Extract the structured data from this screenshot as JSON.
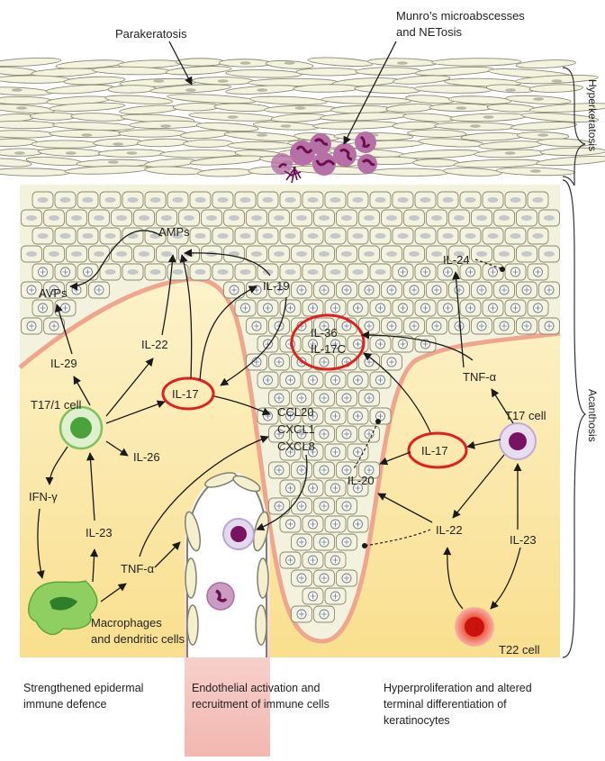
{
  "labels": {
    "parakeratosis": "Parakeratosis",
    "munro_line1": "Munro’s microabscesses",
    "munro_line2": "and NETosis",
    "hyperkeratosis": "Hyperkeratosis",
    "acanthosis": "Acanthosis",
    "amps": "AMPs",
    "avps": "AVPs",
    "il24": "IL-24",
    "il19": "IL-19",
    "il22_left": "IL-22",
    "il29": "IL-29",
    "il36": "IL-36",
    "il17c": "IL-17C",
    "tnfa_right": "TNF-α",
    "t17_1_cell": "T17/1 cell",
    "il17_left": "IL-17",
    "ccl20": "CCL20",
    "cxcl1": "CXCL1",
    "cxcl8": "CXCL8",
    "il17_right": "IL-17",
    "t17_cell": "T17 cell",
    "il26": "IL-26",
    "ifng": "IFN-γ",
    "il20": "IL-20",
    "il23_left": "IL-23",
    "il22_right": "IL-22",
    "il23_right": "IL-23",
    "tnfa_left": "TNF-α",
    "macro_line1": "Macrophages",
    "macro_line2": "and dendritic cells",
    "t22_cell": "T22 cell"
  },
  "captions": {
    "left_line1": "Strengthened epidermal",
    "left_line2": "immune defence",
    "mid_line1": "Endothelial activation and",
    "mid_line2": "recruitment of immune cells",
    "right_line1": "Hyperproliferation and altered",
    "right_line2": "terminal differentiation of",
    "right_line3": "keratinocytes"
  },
  "colors": {
    "dermis": "#fbe8a6",
    "epidermis": "#f2f1dc",
    "cell_outline": "#8a8a72",
    "basement": "#f0a58e",
    "highlight_ring": "#e02020",
    "neutrophil": "#a0407e",
    "t17_cell": "#8a1a6e",
    "t17_1_cell": "#5cb84a",
    "t22_cell": "#e53b2a",
    "macrophage": "#6cae3a"
  }
}
